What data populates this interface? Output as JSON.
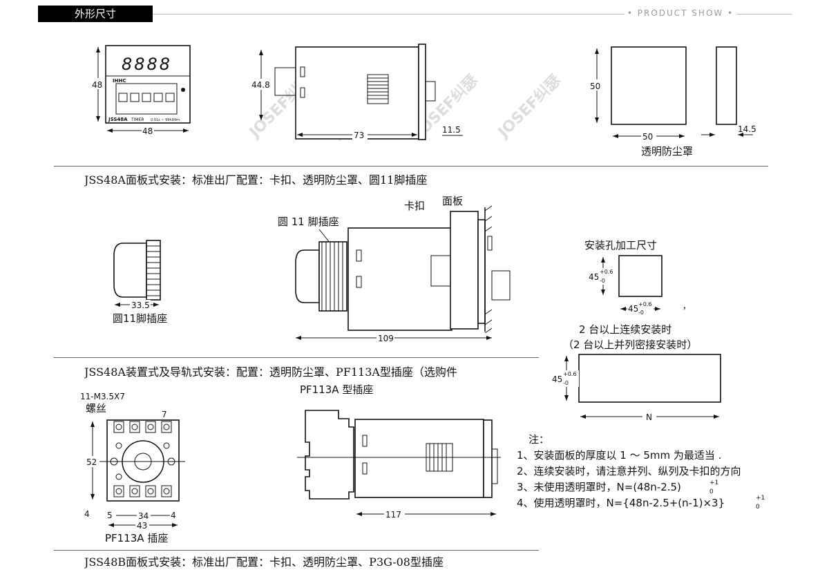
{
  "header": {
    "title": "外形尺寸",
    "tagline": "PRODUCT SHOW"
  },
  "watermark": "JOSEF纠瑟",
  "section1": {
    "front": {
      "display": "8888",
      "brand": "IHHC",
      "model": "JSS48A",
      "type": "TIMER",
      "range": "0.01s ~ 99h99m",
      "height": "48",
      "width": "48"
    },
    "side": {
      "height": "44.8",
      "length": "73",
      "flange": "11.5"
    },
    "cover": {
      "height": "50",
      "width": "50",
      "depth": "14.5",
      "label": "透明防尘罩"
    },
    "caption": "JSS48A面板式安装：标准出厂配置：卡扣、透明防尘罩、圆11脚插座"
  },
  "section2": {
    "socket": {
      "width": "33.5",
      "label": "圆11脚插座"
    },
    "assembly": {
      "socket_label": "圆 11 脚插座",
      "clip_label": "卡扣",
      "panel_label": "面板",
      "length": "109"
    },
    "cutout": {
      "title": "安装孔加工尺寸",
      "dim": "45",
      "tol_plus": "+0.6",
      "tol_minus": "-0",
      "comma": "，"
    },
    "multi": {
      "title": "2 台以上连续安装时",
      "subtitle": "（2 台以上并列密接安装时）",
      "dim": "45",
      "tol_plus": "+0.6",
      "tol_minus": "-0",
      "width": "N"
    },
    "caption": "JSS48A装置式及导轨式安装：配置：透明防尘罩、PF113A型插座（选购件"
  },
  "section3": {
    "socket": {
      "screw": "11-M3.5X7",
      "screw_label": "螺丝",
      "height": "52",
      "pitch": "7",
      "d1": "4",
      "d2": "5",
      "d3": "34",
      "d4": "4",
      "width": "43",
      "label": "PF113A 插座"
    },
    "assembly": {
      "label": "PF113A 型插座",
      "length": "117"
    },
    "notes": {
      "title": "注：",
      "items": [
        "1、安装面板的厚度以 1 ～ 5mm 为最适当 .",
        "2、连续安装时，请注意并列、纵列及卡扣的方向",
        "3、未使用透明罩时，N=(48n-2.5)",
        "4、使用透明罩时，N={48n-2.5+(n-1)×3}"
      ],
      "tol_plus": "+1",
      "tol_minus": "0"
    },
    "caption": "JSS48B面板式安装：标准出厂配置：卡扣、透明防尘罩、P3G-08型插座"
  }
}
